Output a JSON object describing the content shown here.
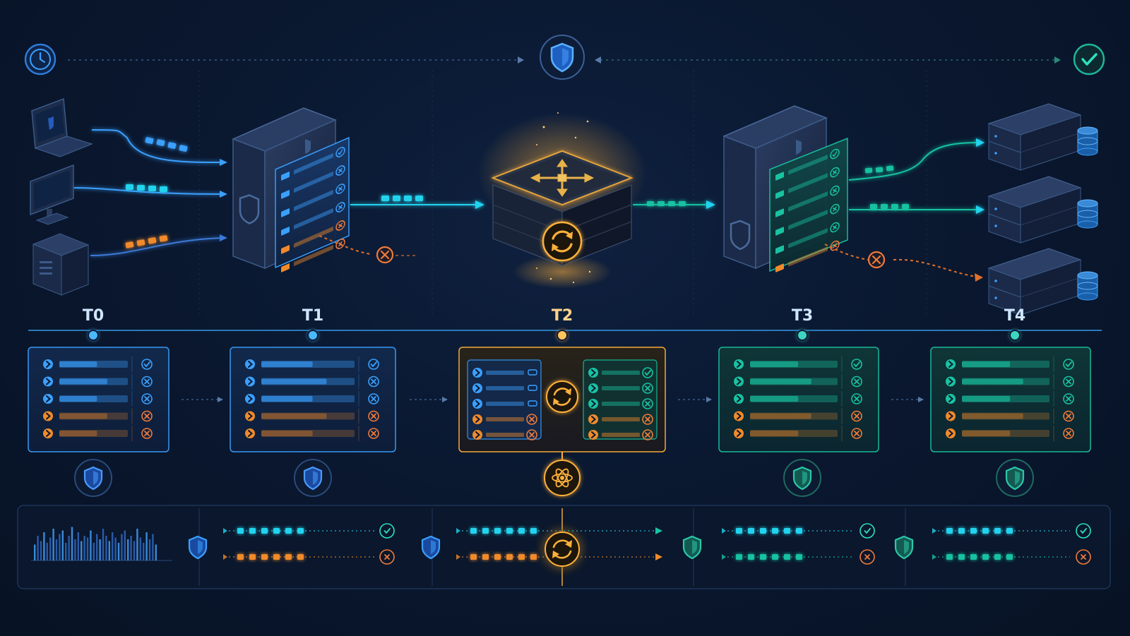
{
  "colors": {
    "background": "#0a1830",
    "accent_blue": "#3aa0ff",
    "accent_cyan": "#22d3ee",
    "accent_teal": "#19c2a0",
    "accent_orange": "#f08a2a",
    "accent_gold": "#ffb13a",
    "reject_red": "#f07a3a"
  },
  "icons": {
    "timer": "clock-icon",
    "gateway": "shield-icon",
    "done": "check-icon",
    "sync": "sync-icon",
    "router": "move-arrows-icon",
    "atom": "atom-icon",
    "reject": "x-circle-icon"
  },
  "sources": [
    {
      "name": "laptop",
      "packet_color": "#3aa0ff"
    },
    {
      "name": "monitor",
      "packet_color": "#22d3ee"
    },
    {
      "name": "server-box",
      "packet_color": "#f08a2a"
    }
  ],
  "timeline": {
    "stages": [
      {
        "label": "T0",
        "theme": "#3aa0ff",
        "rows": [
          "ok",
          "x",
          "x",
          "bad",
          "bad"
        ]
      },
      {
        "label": "T1",
        "theme": "#3aa0ff",
        "rows": [
          "ok",
          "x",
          "x",
          "bad",
          "bad"
        ]
      },
      {
        "label": "T2",
        "theme": "#ffb13a",
        "split": true
      },
      {
        "label": "T3",
        "theme": "#19c2a0",
        "rows": [
          "ok",
          "x",
          "x",
          "bad",
          "bad"
        ]
      },
      {
        "label": "T4",
        "theme": "#19c2a0",
        "rows": [
          "ok",
          "x",
          "x",
          "bad",
          "bad"
        ]
      }
    ]
  },
  "histogram": [
    0.45,
    0.7,
    0.55,
    0.8,
    0.5,
    0.65,
    0.9,
    0.6,
    0.75,
    0.85,
    0.5,
    0.7,
    0.95,
    0.6,
    0.8,
    0.55,
    0.7,
    0.65,
    0.85,
    0.5,
    0.75,
    0.6,
    0.9,
    0.7,
    0.55,
    0.8,
    0.65,
    0.5,
    0.75,
    0.85,
    0.6,
    0.7,
    0.55,
    0.9,
    0.65,
    0.5,
    0.8,
    0.6,
    0.75,
    0.45
  ]
}
